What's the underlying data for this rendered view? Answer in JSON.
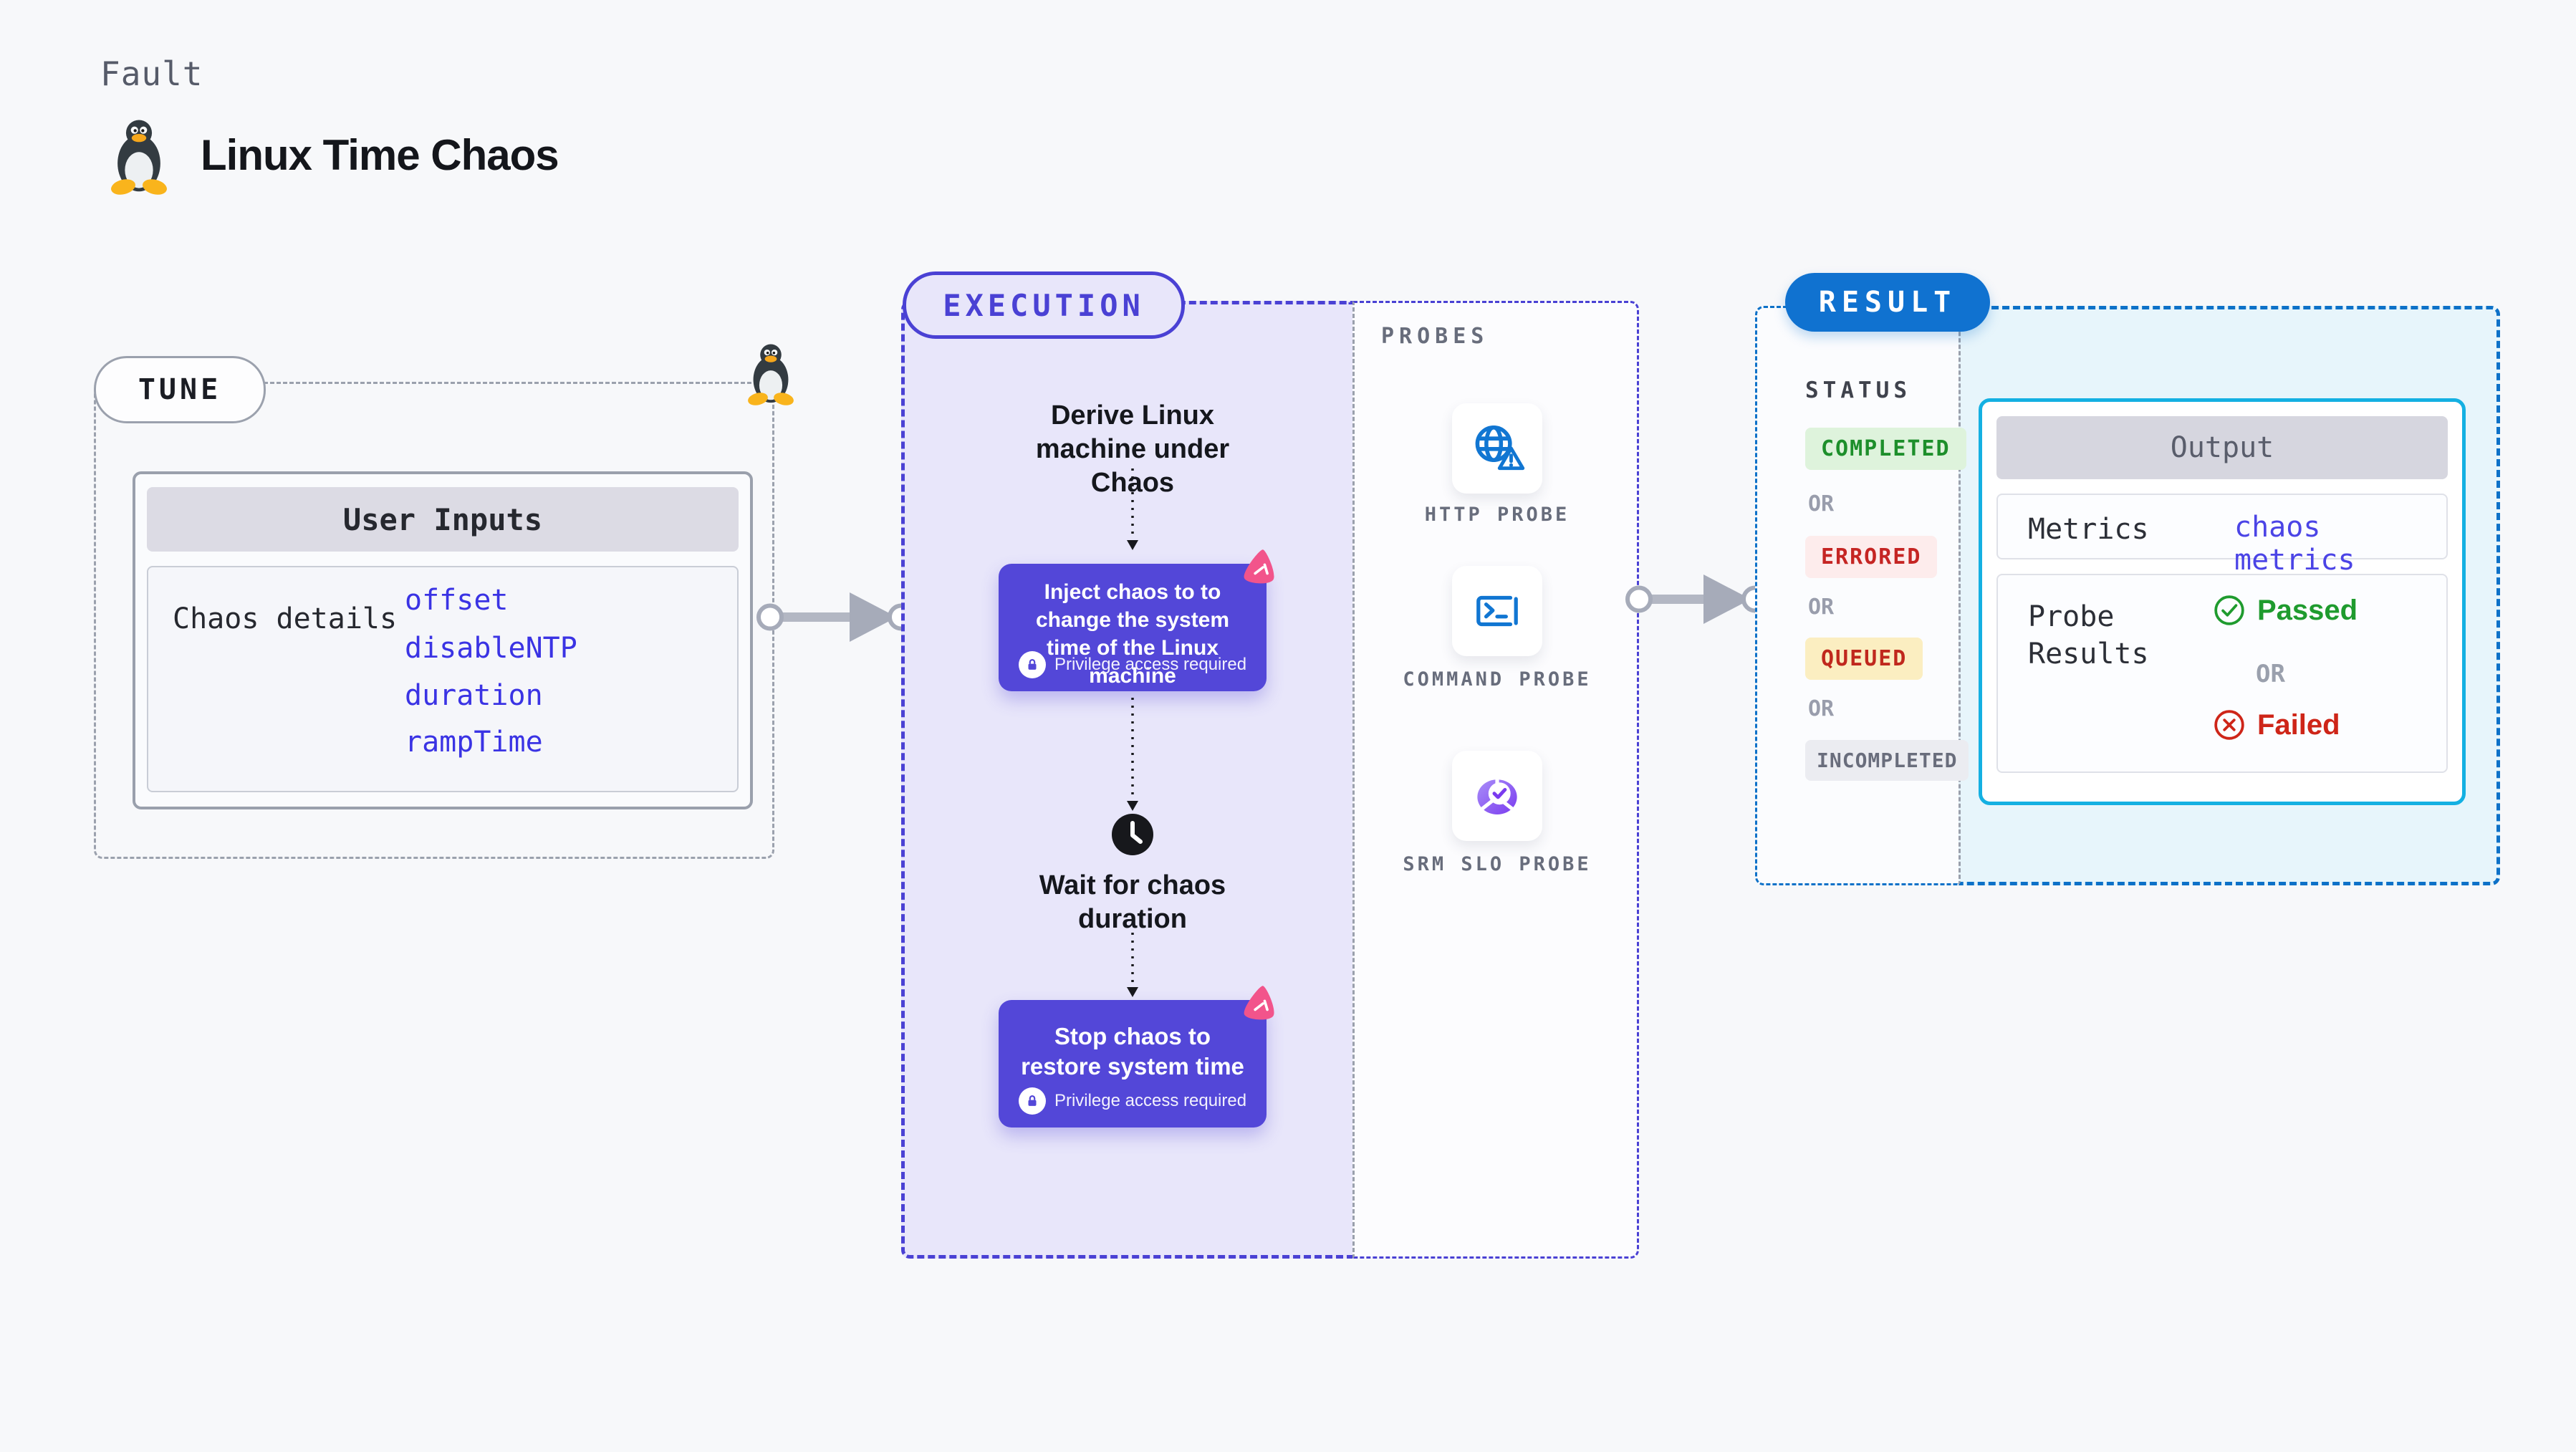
{
  "header": {
    "kicker": "Fault",
    "title": "Linux Time Chaos",
    "icon": "tux-penguin-icon"
  },
  "tune": {
    "badge": "TUNE",
    "card_title": "User Inputs",
    "row_label": "Chaos details",
    "inputs": [
      "offset",
      "disableNTP",
      "duration",
      "rampTime"
    ],
    "corner_icon": "tux-penguin-icon"
  },
  "execution": {
    "badge": "EXECUTION",
    "derive_label": "Derive Linux machine under Chaos",
    "inject_label": "Inject chaos to to change the system time of the Linux machine",
    "wait_label": "Wait for chaos duration",
    "stop_label": "Stop chaos to restore system time",
    "privilege_note": "Privilege access required",
    "icons": [
      "lock-icon",
      "clock-icon",
      "chaos-pinwheel-icon"
    ]
  },
  "probes": {
    "title": "PROBES",
    "items": [
      {
        "label": "HTTP PROBE",
        "icon": "globe-alert-icon"
      },
      {
        "label": "COMMAND PROBE",
        "icon": "terminal-icon"
      },
      {
        "label": "SRM SLO PROBE",
        "icon": "slo-donut-check-icon"
      }
    ]
  },
  "result": {
    "badge": "RESULT",
    "status_title": "STATUS",
    "or_label": "OR",
    "statuses": [
      {
        "label": "COMPLETED",
        "kind": "success"
      },
      {
        "label": "ERRORED",
        "kind": "error"
      },
      {
        "label": "QUEUED",
        "kind": "warning"
      },
      {
        "label": "INCOMPLETED",
        "kind": "neutral"
      }
    ],
    "output": {
      "title": "Output",
      "metrics_label": "Metrics",
      "metrics_value": "chaos metrics",
      "probe_results_label": "Probe Results",
      "passed_label": "Passed",
      "or_label": "OR",
      "failed_label": "Failed",
      "passed_icon": "check-circle-icon",
      "failed_icon": "x-circle-icon"
    }
  },
  "colors": {
    "page_bg": "#f7f8fa",
    "indigo_accent": "#4a41d4",
    "indigo_fill": "#e8e6fa",
    "step_indigo": "#5347d8",
    "blue_accent": "#1072d0",
    "cyan_accent": "#14b0e2",
    "cyan_fill": "#e7f5fb",
    "gray_dash": "#9ba1ad",
    "arrow_gray": "#a6abb9",
    "value_blue": "#3a33e4",
    "success_green": "#1d8f2b",
    "error_red": "#c52523",
    "queued_bg": "#fbeec1",
    "pink_logo": "#f2548b",
    "probe_icon_blue": "#1176d2"
  }
}
